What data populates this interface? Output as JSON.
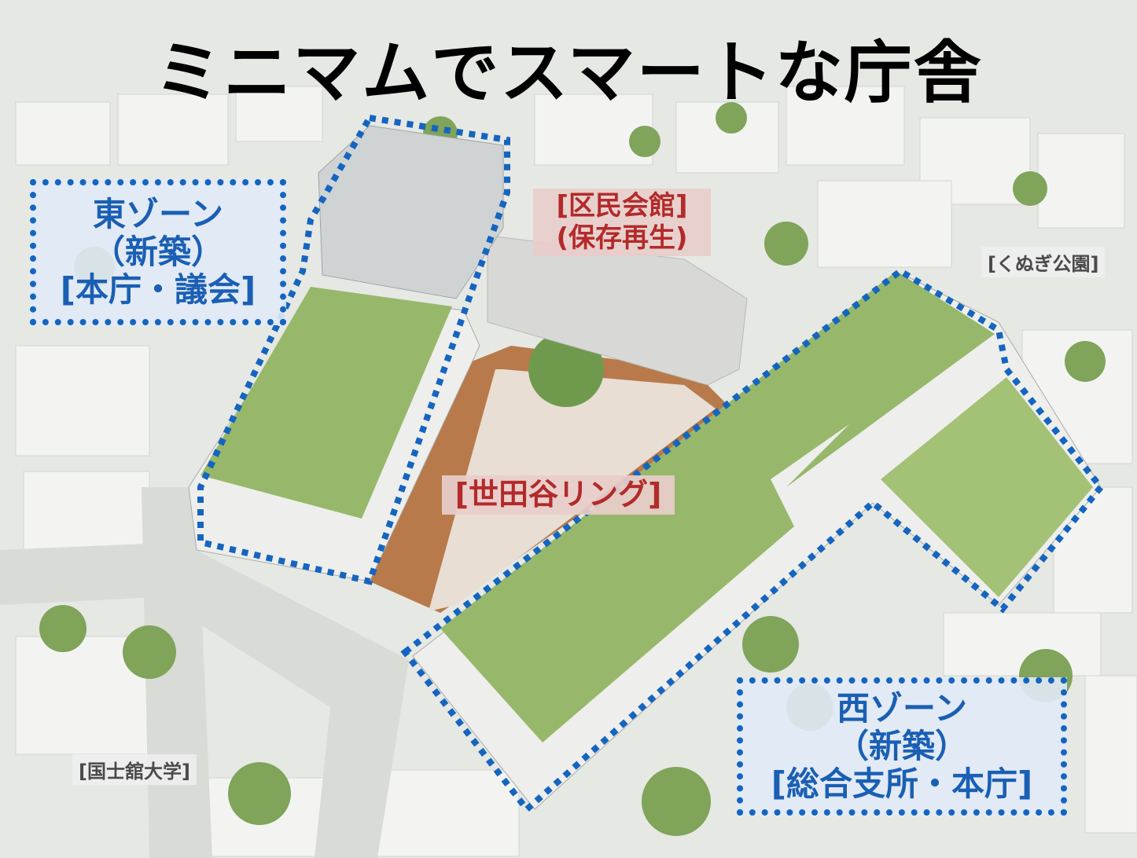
{
  "title": "ミニマムでスマートな庁舎",
  "east_zone": {
    "line1": "東ゾーン",
    "line2": "（新築）",
    "line3": "[本庁・議会]"
  },
  "west_zone": {
    "line1": "西ゾーン",
    "line2": "（新築）",
    "line3": "[総合支所・本庁]"
  },
  "kumin_kaikan": {
    "line1": "[区民会館]",
    "line2": "(保存再生)"
  },
  "setagaya_ring": "[世田谷リング]",
  "kunugi_park": "[くぬぎ公園]",
  "kokushikan": "[国士舘大学]",
  "colors": {
    "zone_border": "#1565c0",
    "zone_text": "#1a5fb4",
    "red_label_text": "#b32a2a",
    "roof_green": "#97b86a",
    "plaza": "#e8ded3",
    "deck": "#b87a4b"
  }
}
